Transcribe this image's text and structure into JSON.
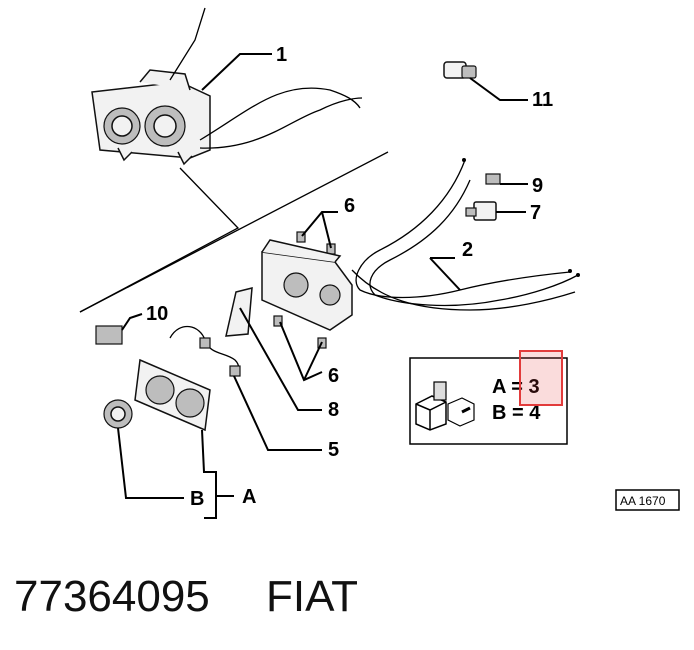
{
  "callouts": [
    "1",
    "11",
    "9",
    "7",
    "6",
    "2",
    "10",
    "6",
    "8",
    "5",
    "B",
    "A"
  ],
  "legend": {
    "line_a": "A = 3",
    "line_b": "B = 4",
    "highlight_color": "#e23b3b"
  },
  "ref_code": "AA 1670",
  "footer": {
    "part_number": "77364095",
    "brand": "FIAT"
  }
}
